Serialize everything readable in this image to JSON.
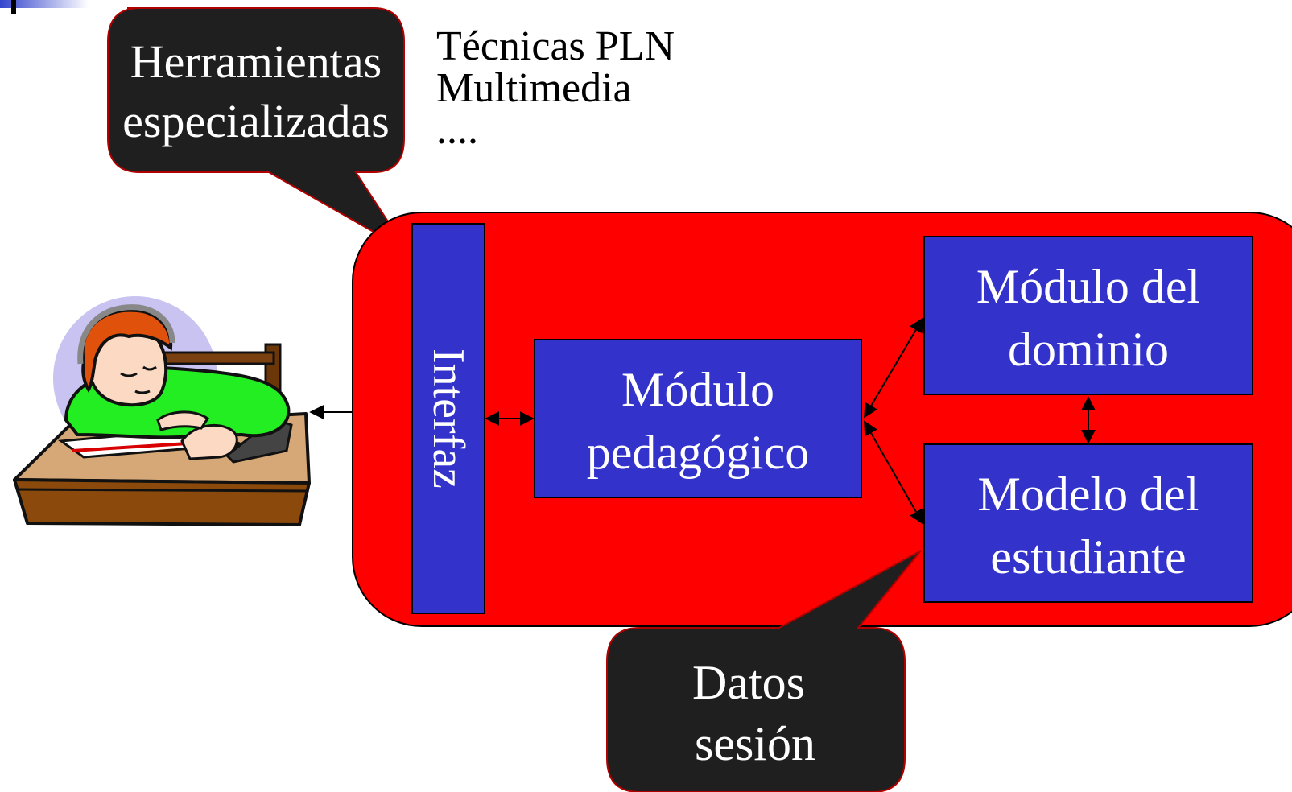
{
  "callouts": {
    "tools": {
      "line1": "Herramientas",
      "line2": "especializadas"
    },
    "session": {
      "line1": "Datos",
      "line2": "sesión"
    }
  },
  "tools_list": [
    "Técnicas PLN",
    "Multimedia",
    "...."
  ],
  "system": {
    "interface_label": "Interfaz",
    "pedagogic": {
      "line1": "Módulo",
      "line2": "pedagógico"
    },
    "domain": {
      "line1": "Módulo del",
      "line2": "dominio"
    },
    "student": {
      "line1": "Modelo del",
      "line2": "estudiante"
    }
  },
  "colors": {
    "system_fill": "#ff0000",
    "module_fill": "#3333cc",
    "callout_fill": "#1f1f1f",
    "callout_border": "#b00000",
    "text_light": "#ffffff",
    "text_dark": "#000000"
  }
}
